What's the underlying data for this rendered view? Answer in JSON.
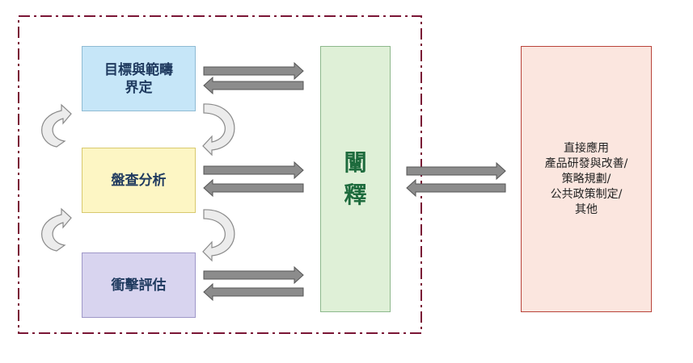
{
  "stages": {
    "goal_scope": "目標與範疇\n界定",
    "inventory": "盤查分析",
    "impact": "衝擊評估"
  },
  "interpretation": "闡\n釋",
  "applications": {
    "lines": [
      "直接應用",
      "產品研發與改善/",
      "策略規劃/",
      "公共政策制定/",
      "其他"
    ]
  },
  "colors": {
    "frame": "#7a1535",
    "arrow_fill": "#8c8c8c",
    "goal_fill": "#c6e6f8",
    "inventory_fill": "#fdf6c4",
    "impact_fill": "#d8d4ef",
    "interpretation_fill": "#dff0d7",
    "application_fill": "#fbe6df"
  }
}
